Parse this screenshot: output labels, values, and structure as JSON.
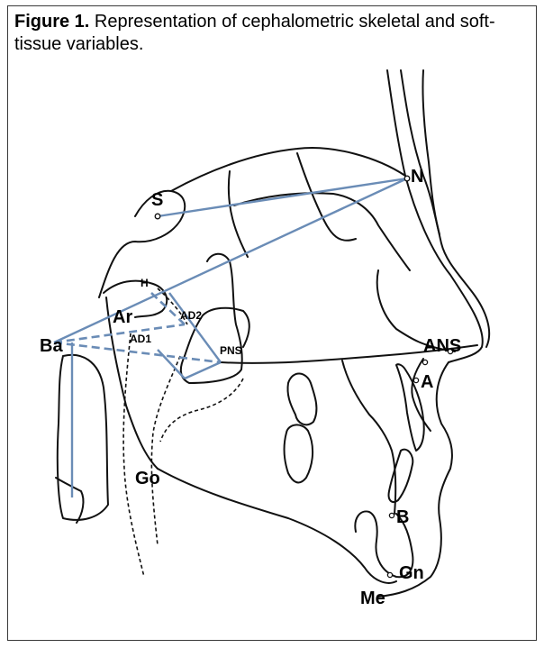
{
  "caption": {
    "prefix": "Figure 1.",
    "text": "Representation of cephalometric skeletal and soft-tissue variables."
  },
  "landmarks": {
    "S": "S",
    "N": "N",
    "H": "H",
    "Ar": "Ar",
    "AD2": "AD2",
    "Ba": "Ba",
    "AD1": "AD1",
    "PNS": "PNS",
    "ANS": "ANS",
    "A": "A",
    "Go": "Go",
    "B": "B",
    "Gn": "Gn",
    "Me": "Me"
  },
  "colors": {
    "reference_line": "#6a8cb6",
    "outline": "#111111"
  }
}
